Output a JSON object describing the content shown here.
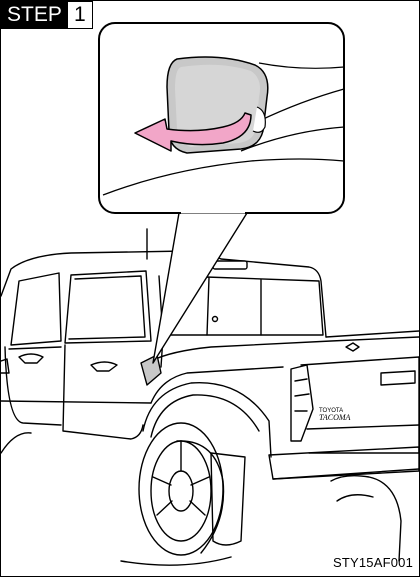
{
  "step": {
    "label": "STEP",
    "number": "1"
  },
  "figure_code": "STY15AF001",
  "vehicle_emblem": [
    "TOYOTA",
    "TACOMA"
  ],
  "colors": {
    "arrow": "#f2a6c8",
    "arrow_stroke": "#000000",
    "door": "#c8c8c8",
    "lines": "#000000"
  }
}
